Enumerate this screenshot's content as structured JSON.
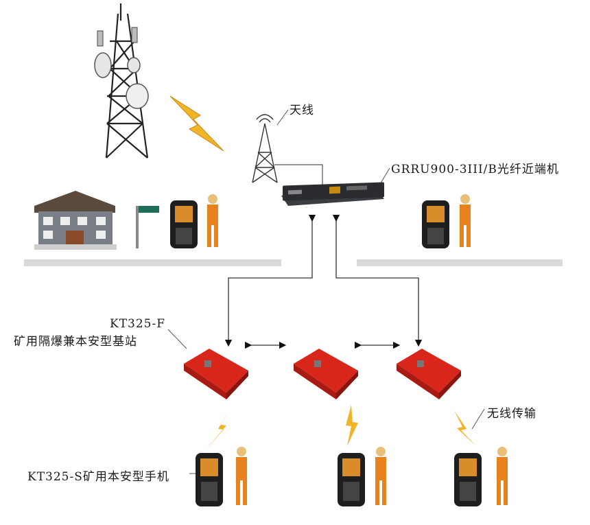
{
  "labels": {
    "antenna": "天线",
    "near_end": "GRRU900-3III/B光纤近端机",
    "base_station_model": "KT325-F",
    "base_station_name": "矿用隔爆兼本安型基站",
    "wireless": "无线传输",
    "handset": "KT325-S矿用本安型手机"
  },
  "colors": {
    "base_station": "#d8261b",
    "lightning": "#f0b429",
    "road": "#d9d9d9",
    "worker": "#e8821e",
    "house": "#7a7f87"
  }
}
